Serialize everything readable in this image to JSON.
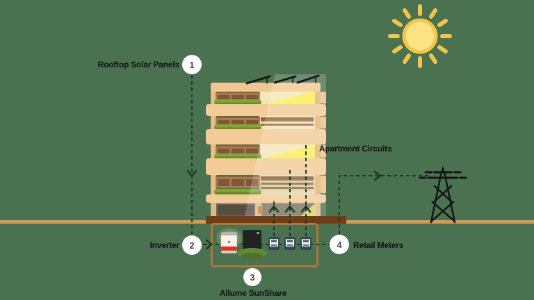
{
  "diagram": {
    "name": "Allume SunShare rooftop solar sharing diagram",
    "steps": [
      {
        "number": "1",
        "label": "Rooftop Solar Panels"
      },
      {
        "number": "2",
        "label": "Inverter"
      },
      {
        "number": "3",
        "label": "Allume SunShare"
      },
      {
        "number": "4",
        "label": "Retail Meters"
      }
    ],
    "labels": {
      "apartment_circuits": "Apartment Circuits"
    },
    "icons": [
      "sun-icon",
      "solar-panel-icon",
      "apartment-building",
      "inverter-unit-icon",
      "battery-icon",
      "retail-meter-icon",
      "bush-icon",
      "hedge-icon",
      "transmission-tower-icon"
    ],
    "colors": {
      "background": "#4A7150",
      "flow_line": "#1C3A22",
      "ground": "#CF9B55",
      "ground_dark": "#6F3D18",
      "box_border": "#B0763A",
      "sun_body": "#FAE380",
      "sun_ray": "#F2C64D",
      "building_slab": "#F2CB97",
      "window_frame": "#A57C50",
      "interior_light": "#FAEE54"
    }
  }
}
